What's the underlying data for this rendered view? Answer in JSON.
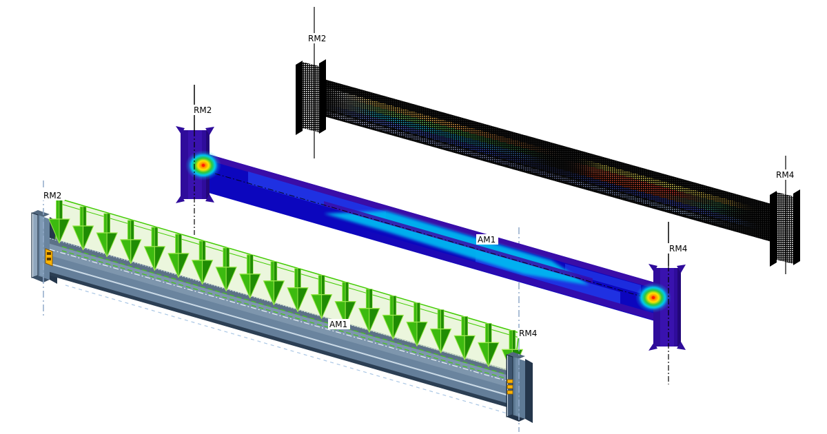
{
  "viewport": {
    "type": "cae-3d-viewport",
    "background": "#FFFFFF"
  },
  "views": {
    "deformed_mesh": {
      "description": "deformed finite-element mesh of beam with member stubs",
      "labels": {
        "left_member": "RM2",
        "right_member": "RM4"
      }
    },
    "stress_contour": {
      "description": "equivalent stress contour plot of beam with connection hot spots",
      "labels": {
        "left_member": "RM2",
        "beam_member": "AM1",
        "right_member": "RM4"
      }
    },
    "model_load": {
      "description": "solid steel model with uniform distributed load",
      "labels": {
        "left_member": "RM2",
        "beam_member": "AM1",
        "right_member": "RM4"
      },
      "load_arrow_count": 20
    }
  },
  "colors": {
    "mesh": "#000000",
    "axis_black": "#000000",
    "axis_blue": "#8FA8C8",
    "stress": {
      "base_blue": "#0C06BE",
      "royal": "#2136E6",
      "cyan": "#00B7F1",
      "green": "#2FC83C",
      "yellow": "#FFE400",
      "orange": "#FF9500",
      "red": "#FF2000",
      "violet": "#3A0DA8",
      "column_violet": "#2F0C9B",
      "web_violet": "#3912AE"
    },
    "steel": {
      "face": "#7E96AD",
      "top_shade": "#5C7187",
      "mid": "#6A849E",
      "shade": "#647E99",
      "dark": "#2B3E53",
      "deep": "#24364B",
      "light": "#8FA6BD",
      "web": "#69849F",
      "highlight": "#C9D9E6"
    },
    "load": {
      "surface": "#DCEFC4",
      "outline": "#3FCB00",
      "dash_green": "#46C818",
      "arrow": "#3CBA10",
      "arrow_dark": "#1F8C04",
      "arrow_highlight": "#9BE84C"
    },
    "bolt": "#FFB400",
    "bolt_edge": "#8A5B00"
  }
}
